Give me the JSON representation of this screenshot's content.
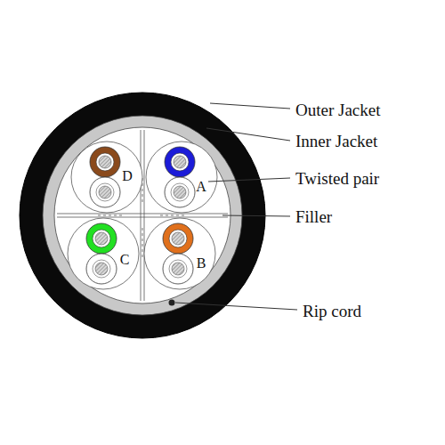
{
  "diagram": {
    "labels": [
      "Outer Jacket",
      "Inner Jacket",
      "Twisted pair",
      "Filler",
      "Rip cord",
      "D",
      "A",
      "C",
      "B"
    ]
  }
}
